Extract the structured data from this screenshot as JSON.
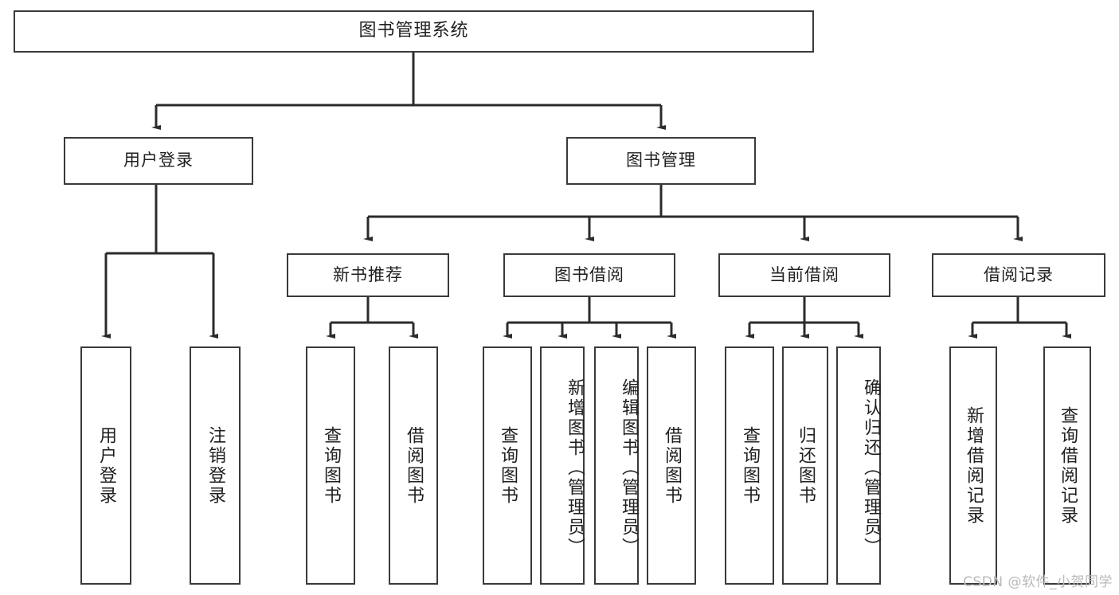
{
  "diagram": {
    "type": "tree-hierarchy",
    "title": "图书管理系统",
    "watermark": "CSDN @软件_小贺同学",
    "colors": {
      "box_border": "#3a3a3a",
      "box_fill": "#ffffff",
      "connector": "#2b2b2b",
      "text": "#1f1f1f",
      "watermark": "#b9b9b9"
    },
    "root": {
      "label": "图书管理系统"
    },
    "level2": [
      {
        "id": "user-login",
        "label": "用户登录"
      },
      {
        "id": "book-management",
        "label": "图书管理"
      }
    ],
    "level3": [
      {
        "id": "new-book-recommend",
        "label": "新书推荐"
      },
      {
        "id": "book-borrow",
        "label": "图书借阅"
      },
      {
        "id": "current-borrow",
        "label": "当前借阅"
      },
      {
        "id": "borrow-record",
        "label": "借阅记录"
      }
    ],
    "leaves": {
      "user_login": [
        {
          "id": "leaf-user-login",
          "label": "用户登录"
        },
        {
          "id": "leaf-logout-login",
          "label": "注销登录"
        }
      ],
      "new_book_recommend": [
        {
          "id": "leaf-query-book-1",
          "label": "查询图书"
        },
        {
          "id": "leaf-borrow-book-1",
          "label": "借阅图书"
        }
      ],
      "book_borrow": [
        {
          "id": "leaf-query-book-2",
          "label": "查询图书"
        },
        {
          "id": "leaf-add-book",
          "label": "新增图书（管理员）"
        },
        {
          "id": "leaf-edit-book",
          "label": "编辑图书（管理员）"
        },
        {
          "id": "leaf-borrow-book-2",
          "label": "借阅图书"
        }
      ],
      "current_borrow": [
        {
          "id": "leaf-query-book-3",
          "label": "查询图书"
        },
        {
          "id": "leaf-return-book",
          "label": "归还图书"
        },
        {
          "id": "leaf-confirm-return",
          "label": "确认归还（管理员）"
        }
      ],
      "borrow_record": [
        {
          "id": "leaf-add-record",
          "label": "新增借阅记录"
        },
        {
          "id": "leaf-query-record",
          "label": "查询借阅记录"
        }
      ]
    }
  }
}
